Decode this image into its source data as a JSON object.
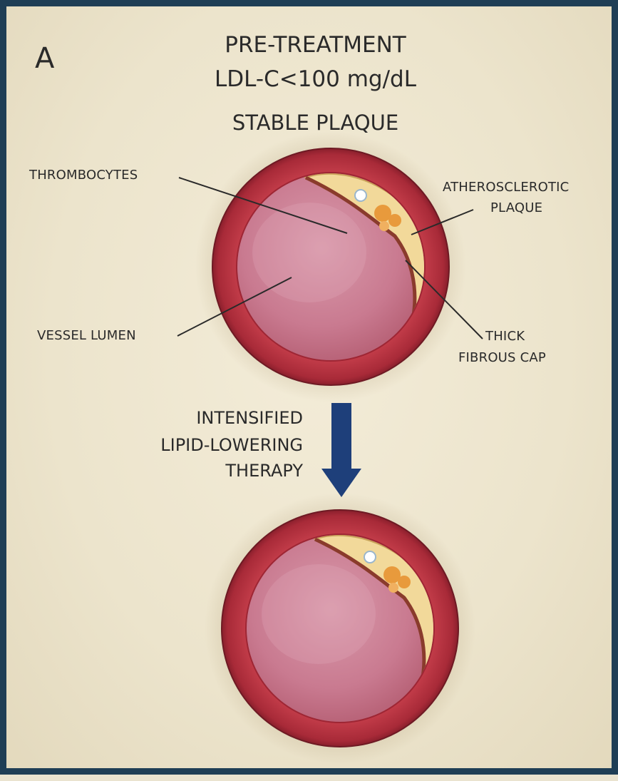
{
  "panel_letter": "A",
  "title": {
    "line1": "PRE-TREATMENT",
    "line2": "LDL-C<100 mg/dL",
    "line3": "STABLE PLAQUE"
  },
  "labels": {
    "thrombocytes": "THROMBOCYTES",
    "atherosclerotic_1": "ATHEROSCLEROTIC",
    "atherosclerotic_2": "PLAQUE",
    "vessel_lumen": "VESSEL LUMEN",
    "cap_1": "THICK",
    "cap_2": "FIBROUS CAP"
  },
  "therapy": {
    "line1": "INTENSIFIED",
    "line2": "LIPID-LOWERING",
    "line3": "THERAPY"
  },
  "colors": {
    "frame": "#1f3e55",
    "background": "#ece4cc",
    "vessel_wall": "#b2323f",
    "lumen": "#cf8398",
    "plaque": "#f2d99a",
    "lipid_core": "#e89a3c",
    "arrow": "#1e3f7a"
  },
  "icons": {
    "arrow": "down-arrow",
    "vessel": "vessel-cross-section"
  }
}
